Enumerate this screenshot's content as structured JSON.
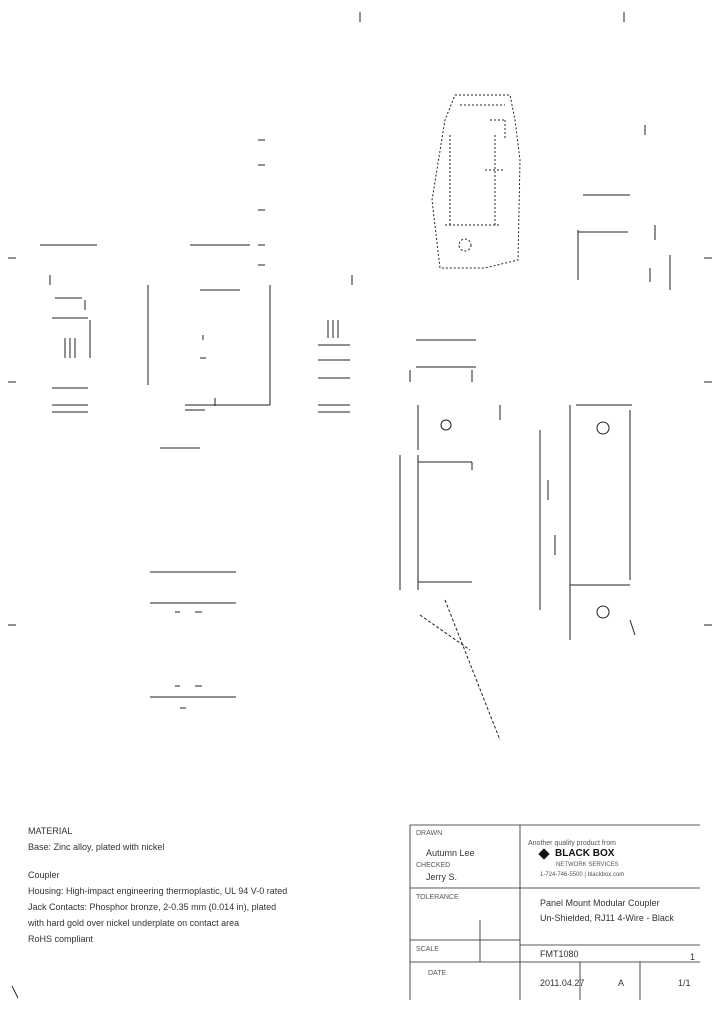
{
  "notes": {
    "heading": "MATERIAL",
    "base": "Base: Zinc alloy, plated with nickel",
    "coupler_heading": "Coupler",
    "housing": "Housing: High-impact engineering thermoplastic, UL 94 V-0 rated",
    "jack_contacts": "Jack Contacts: Phosphor bronze, 2-0.35 mm (0.014 in), plated",
    "gold": "with hard gold over nickel underplate on contact area",
    "rohs": "RoHS compliant"
  },
  "title_block": {
    "drawn_label": "DRAWN",
    "drawn_by": "Autumn Lee",
    "checked_label": "CHECKED",
    "checked_by": "Jerry S.",
    "tolerance_label": "TOLERANCE",
    "scale_label": "SCALE",
    "date_label": "DATE",
    "brand_intro": "Another quality product from",
    "brand": "BLACK BOX",
    "brand_sub": "NETWORK SERVICES",
    "brand_web": "1-724-746-5500 | blackbox.com",
    "title_line1": "Panel Mount Modular Coupler",
    "title_line2": "Un-Shielded, RJ11 4-Wire - Black",
    "part_number": "FMT1080",
    "date": "2011.04.27",
    "sheet": "1/1",
    "rev": "1",
    "size": "A"
  },
  "colors": {
    "line": "#1a1a1a",
    "dim": "#555555",
    "brand": "#111111"
  }
}
